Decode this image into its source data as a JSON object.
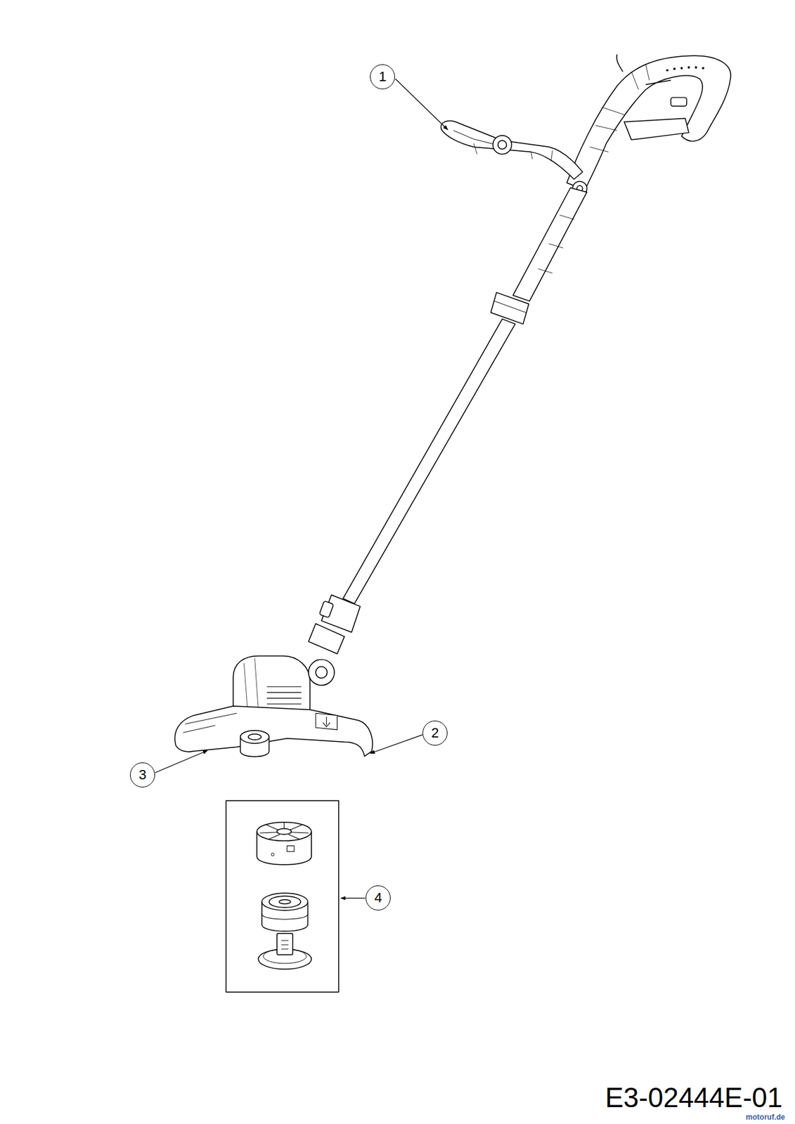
{
  "diagram": {
    "nodes": [
      {
        "text": [
          "1"
        ]
      },
      {
        "text": [
          "2"
        ]
      },
      {
        "text": [
          "3"
        ]
      },
      {
        "text": [
          "4"
        ]
      }
    ],
    "labels": [
      "E3-02444E-01",
      "motoruf.de"
    ]
  }
}
